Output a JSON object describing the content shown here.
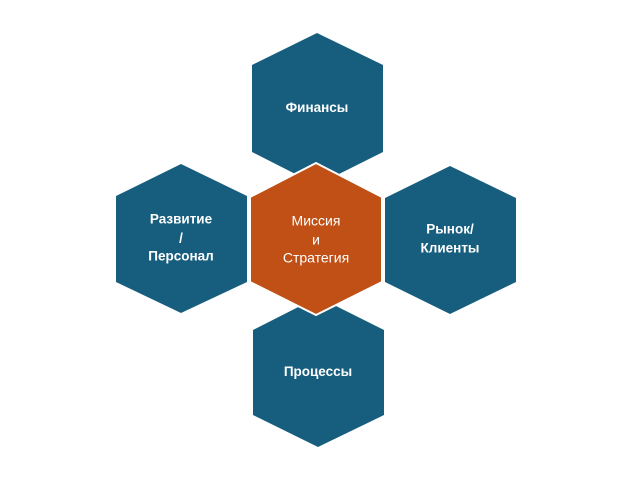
{
  "colors": {
    "outer": "#175e7e",
    "center": "#c05016",
    "outline": "#ffffff"
  },
  "nodes": {
    "top": {
      "label": "Финансы"
    },
    "left": {
      "line1": "Развитие",
      "line2": "/",
      "line3": "Персонал"
    },
    "right": {
      "line1": "Рынок/",
      "line2": "Клиенты"
    },
    "bottom": {
      "label": "Процессы"
    },
    "center": {
      "line1": "Миссия",
      "line2": "и",
      "line3": "Стратегия"
    }
  }
}
